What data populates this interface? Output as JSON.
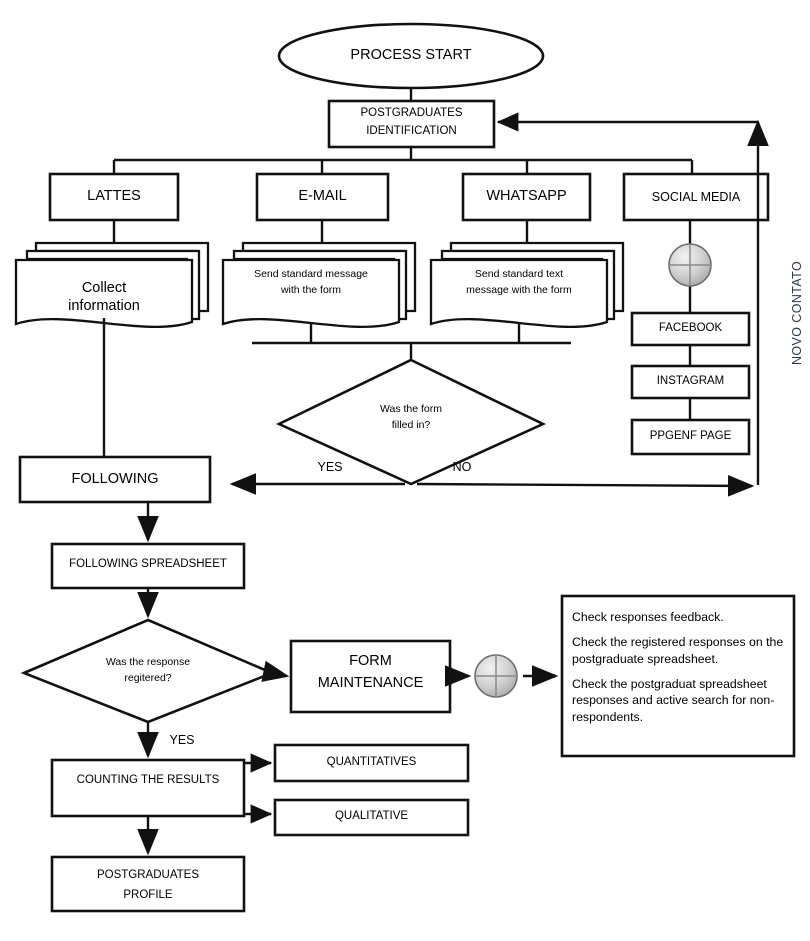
{
  "diagram": {
    "title": "Postgraduates identification and follow-up process flowchart",
    "stroke_color": "#111111",
    "fill_color": "#ffffff",
    "label_color": "#000000",
    "vertical_label_color": "#2d3a4a",
    "connector_circle_color": "#b9b9b9"
  },
  "nodes": {
    "start": {
      "label": "PROCESS START",
      "shape": "ellipse"
    },
    "identification": {
      "line1": "POSTGRADUATES",
      "line2": "IDENTIFICATION",
      "shape": "rect"
    },
    "channels": [
      {
        "label": "LATTES",
        "shape": "rect"
      },
      {
        "label": "E-MAIL",
        "shape": "rect"
      },
      {
        "label": "WHATSAPP",
        "shape": "rect"
      },
      {
        "label": "SOCIAL MEDIA",
        "shape": "rect"
      }
    ],
    "documents": [
      {
        "line1": "Collect",
        "line2": "information",
        "shape": "multi-document"
      },
      {
        "line1": "Send standard message",
        "line2": "with the form",
        "shape": "multi-document"
      },
      {
        "line1": "Send standard text",
        "line2": "message with the form",
        "shape": "multi-document"
      }
    ],
    "social_media_items": [
      {
        "label": "FACEBOOK",
        "shape": "rect"
      },
      {
        "label": "INSTAGRAM",
        "shape": "rect"
      },
      {
        "label": "PPGENF PAGE",
        "shape": "rect"
      }
    ],
    "decision_form": {
      "line1": "Was the form",
      "line2": "filled in?",
      "shape": "diamond"
    },
    "decision_response": {
      "line1": "Was the response",
      "line2": "regitered?",
      "shape": "diamond"
    },
    "following": {
      "label": "FOLLOWING",
      "shape": "rect"
    },
    "following_spreadsheet": {
      "label": "FOLLOWING SPREADSHEET",
      "shape": "rect"
    },
    "form_maintenance": {
      "line1": "FORM",
      "line2": "MAINTENANCE",
      "shape": "rect"
    },
    "counting": {
      "label": "COUNTING THE RESULTS",
      "shape": "rect"
    },
    "quantitatives": {
      "label": "QUANTITATIVES",
      "shape": "rect"
    },
    "qualitative": {
      "label": "QUALITATIVE",
      "shape": "rect"
    },
    "profile": {
      "line1": "POSTGRADUATES",
      "line2": "PROFILE",
      "shape": "rect"
    }
  },
  "edge_labels": {
    "yes_form": "YES",
    "no_form": "NO",
    "yes_response": "YES",
    "return_loop": "NOVO CONTATO"
  },
  "note_panel": {
    "lines": [
      "Check responses feedback.",
      "Check the registered responses on the postgraduate spreadsheet.",
      "Check the postgraduat spreadsheet responses and active search for non-respondents."
    ]
  }
}
